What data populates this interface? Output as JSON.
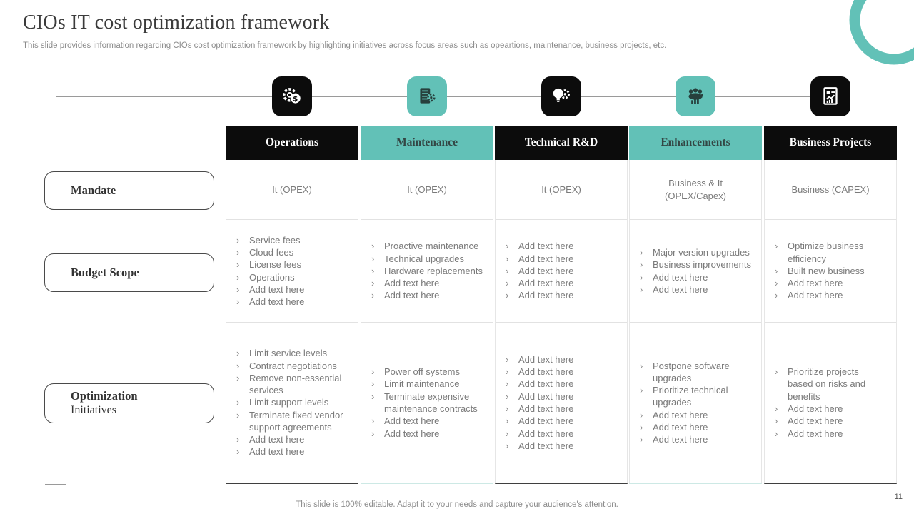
{
  "bullet_char": "›",
  "slide": {
    "title": "CIOs IT cost optimization framework",
    "subtitle": "This slide provides information regarding CIOs cost optimization framework by highlighting initiatives across focus areas such as opeartions, maintenance, business projects, etc.",
    "footer": "This slide is 100% editable. Adapt it to your needs and capture your audience's attention.",
    "page_number": "11"
  },
  "colors": {
    "teal_accent": "#62c1b7",
    "black_accent": "#0c0c0c",
    "dark_bottom_border": "#3f3f3f",
    "teal_bottom_border": "#cde9e5",
    "body_text_gray": "#7a7a7a"
  },
  "row_labels": [
    {
      "title": "Mandate",
      "subtitle": ""
    },
    {
      "title": "Budget Scope",
      "subtitle": ""
    },
    {
      "title": "Optimization",
      "subtitle": "Initiatives"
    }
  ],
  "columns": [
    {
      "header": "Operations",
      "icon": "gear-dollar-icon",
      "theme": "black",
      "mandate": "It (OPEX)",
      "budget_scope": [
        "Service fees",
        "Cloud fees",
        "License fees",
        "Operations",
        "Add text here",
        "Add text here"
      ],
      "optimization_initiatives": [
        "Limit service levels",
        "Contract negotiations",
        "Remove non-essential services",
        "Limit support levels",
        "Terminate fixed vendor support agreements",
        "Add text here",
        "Add text here"
      ]
    },
    {
      "header": "Maintenance",
      "icon": "document-gear-icon",
      "theme": "teal",
      "mandate": "It (OPEX)",
      "budget_scope": [
        "Proactive maintenance",
        "Technical upgrades",
        "Hardware replacements",
        "Add text here",
        "Add text here"
      ],
      "optimization_initiatives": [
        "Power off systems",
        "Limit maintenance",
        "Terminate expensive maintenance contracts",
        "Add text here",
        "Add text here"
      ]
    },
    {
      "header": "Technical R&D",
      "icon": "bulb-gear-icon",
      "theme": "black",
      "mandate": "It (OPEX)",
      "budget_scope": [
        "Add text here",
        "Add text here",
        "Add text here",
        "Add text here",
        "Add text here"
      ],
      "optimization_initiatives": [
        "Add text here",
        "Add text here",
        "Add text here",
        "Add text here",
        "Add text here",
        "Add text here",
        "Add text here",
        "Add text here"
      ]
    },
    {
      "header": "Enhancements",
      "icon": "team-growth-icon",
      "theme": "teal",
      "mandate": "Business & It (OPEX/Capex)",
      "budget_scope": [
        "Major version upgrades",
        "Business improvements",
        "Add text here",
        "Add text here"
      ],
      "optimization_initiatives": [
        "Postpone software upgrades",
        "Prioritize technical upgrades",
        "Add text here",
        "Add text here",
        "Add text here"
      ]
    },
    {
      "header": "Business Projects",
      "icon": "report-chart-icon",
      "theme": "black",
      "mandate": "Business (CAPEX)",
      "budget_scope": [
        "Optimize business efficiency",
        "Built new business",
        "Add text here",
        "Add text here"
      ],
      "optimization_initiatives": [
        "Prioritize projects based on risks and benefits",
        "Add text here",
        "Add text here",
        "Add text here"
      ]
    }
  ]
}
